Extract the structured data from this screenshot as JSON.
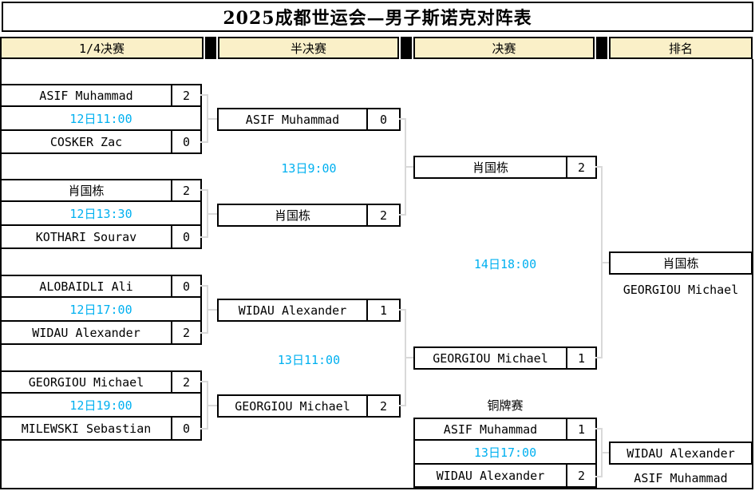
{
  "title": "2025成都世运会—男子斯诺克对阵表",
  "header": {
    "columns": [
      "1/4决赛",
      "半决赛",
      "决赛",
      "排名"
    ]
  },
  "bracket": {
    "quarterfinals": [
      {
        "player1": "ASIF Muhammad",
        "score1": "2",
        "time": "12日11:00",
        "player2": "COSKER Zac",
        "score2": "0"
      },
      {
        "player1": "肖国栋",
        "score1": "2",
        "time": "12日13:30",
        "player2": "KOTHARI Sourav",
        "score2": "0"
      },
      {
        "player1": "ALOBAIDLI Ali",
        "score1": "0",
        "time": "12日17:00",
        "player2": "WIDAU Alexander",
        "score2": "2"
      },
      {
        "player1": "GEORGIOU Michael",
        "score1": "2",
        "time": "12日19:00",
        "player2": "MILEWSKI Sebastian",
        "score2": "0"
      }
    ],
    "semifinals": [
      {
        "player1": "ASIF Muhammad",
        "score1": "0",
        "time": "13日9:00",
        "player2": "肖国栋",
        "score2": "2"
      },
      {
        "player1": "WIDAU Alexander",
        "score1": "1",
        "time": "13日11:00",
        "player2": "GEORGIOU Michael",
        "score2": "2"
      }
    ],
    "final": {
      "player1": "肖国栋",
      "score1": "2",
      "time": "14日18:00",
      "player2": "GEORGIOU Michael",
      "score2": "1"
    },
    "bronze_match": {
      "label": "铜牌赛",
      "player1": "ASIF Muhammad",
      "score1": "1",
      "time": "13日17:00",
      "player2": "WIDAU Alexander",
      "score2": "2"
    }
  },
  "ranking": {
    "first": "肖国栋",
    "second": "GEORGIOU Michael",
    "third": "WIDAU Alexander",
    "fourth": "ASIF Muhammad"
  },
  "colors": {
    "time_text": "#00B0F0",
    "header_bg": "#FAF0C8",
    "connector": "#D9D9D9",
    "border": "#000000"
  }
}
